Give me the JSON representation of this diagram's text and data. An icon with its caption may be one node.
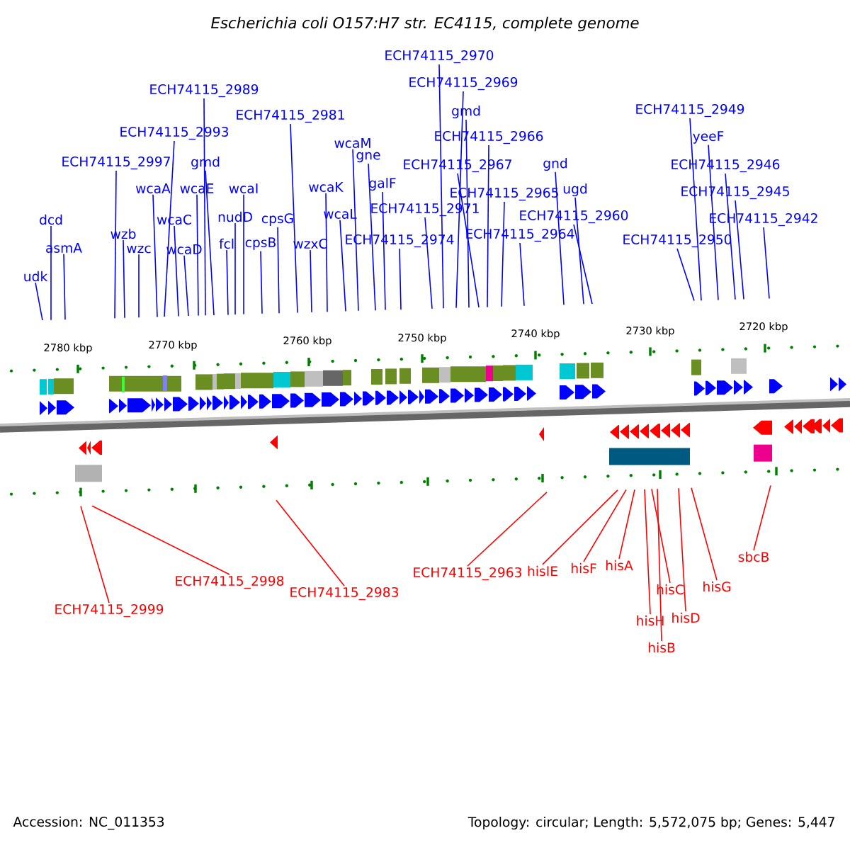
{
  "diagram": {
    "title": "Escherichia coli O157:H7 str. EC4115, complete genome",
    "nodes": [
      {
        "text": [
          "ECH74115_2970"
        ]
      },
      {
        "text": [
          "ECH74115_2969"
        ]
      },
      {
        "text": [
          "ECH74115_2989"
        ]
      },
      {
        "text": [
          "ECH74115_2949"
        ]
      },
      {
        "text": [
          "gmd"
        ]
      },
      {
        "text": [
          "ECH74115_2981"
        ]
      },
      {
        "text": [
          "ECH74115_2993"
        ]
      },
      {
        "text": [
          "ECH74115_2966"
        ]
      },
      {
        "text": [
          "yeeF"
        ]
      },
      {
        "text": [
          "wcaM"
        ]
      },
      {
        "text": [
          "gne"
        ]
      },
      {
        "text": [
          "ECH74115_2997"
        ]
      },
      {
        "text": [
          "gmd"
        ]
      },
      {
        "text": [
          "ECH74115_2967"
        ]
      },
      {
        "text": [
          "gnd"
        ]
      },
      {
        "text": [
          "ECH74115_2946"
        ]
      },
      {
        "text": [
          "wcaA"
        ]
      },
      {
        "text": [
          "wcaE"
        ]
      },
      {
        "text": [
          "wcaI"
        ]
      },
      {
        "text": [
          "wcaK"
        ]
      },
      {
        "text": [
          "galF"
        ]
      },
      {
        "text": [
          "ugd"
        ]
      },
      {
        "text": [
          "ECH74115_2965"
        ]
      },
      {
        "text": [
          "ECH74115_2945"
        ]
      },
      {
        "text": [
          "ECH74115_2971"
        ]
      },
      {
        "text": [
          "wcaL"
        ]
      },
      {
        "text": [
          "nudD"
        ]
      },
      {
        "text": [
          "ECH74115_2960"
        ]
      },
      {
        "text": [
          "dcd"
        ]
      },
      {
        "text": [
          "wcaC"
        ]
      },
      {
        "text": [
          "cpsG"
        ]
      },
      {
        "text": [
          "ECH74115_2942"
        ]
      },
      {
        "text": [
          "wzb"
        ]
      },
      {
        "text": [
          "ECH74115_2964"
        ]
      },
      {
        "text": [
          "ECH74115_2974"
        ]
      },
      {
        "text": [
          "ECH74115_2950"
        ]
      },
      {
        "text": [
          "fcl"
        ]
      },
      {
        "text": [
          "cpsB"
        ]
      },
      {
        "text": [
          "wzxC"
        ]
      },
      {
        "text": [
          "asmA"
        ]
      },
      {
        "text": [
          "wzc"
        ]
      },
      {
        "text": [
          "wcaD"
        ]
      },
      {
        "text": [
          "udk"
        ]
      },
      {
        "text": [
          "sbcB"
        ]
      },
      {
        "text": [
          "hisA"
        ]
      },
      {
        "text": [
          "hisF"
        ]
      },
      {
        "text": [
          "hisIE"
        ]
      },
      {
        "text": [
          "ECH74115_2963"
        ]
      },
      {
        "text": [
          "ECH74115_2998"
        ]
      },
      {
        "text": [
          "hisG"
        ]
      },
      {
        "text": [
          "hisC"
        ]
      },
      {
        "text": [
          "ECH74115_2983"
        ]
      },
      {
        "text": [
          "ECH74115_2999"
        ]
      },
      {
        "text": [
          "hisD"
        ]
      },
      {
        "text": [
          "hisH"
        ]
      },
      {
        "text": [
          "hisB"
        ]
      }
    ],
    "edges": [
      {
        "from": 0,
        "to": null,
        "arrow": "none"
      },
      {
        "from": 1,
        "to": null,
        "arrow": "none"
      },
      {
        "from": 2,
        "to": null,
        "arrow": "none"
      },
      {
        "from": 3,
        "to": null,
        "arrow": "none"
      },
      {
        "from": 4,
        "to": null,
        "arrow": "none"
      },
      {
        "from": 5,
        "to": null,
        "arrow": "none"
      },
      {
        "from": 6,
        "to": null,
        "arrow": "none"
      },
      {
        "from": 7,
        "to": null,
        "arrow": "none"
      },
      {
        "from": 8,
        "to": null,
        "arrow": "none"
      },
      {
        "from": 9,
        "to": null,
        "arrow": "none"
      },
      {
        "from": 10,
        "to": null,
        "arrow": "none"
      },
      {
        "from": 11,
        "to": null,
        "arrow": "none"
      },
      {
        "from": 12,
        "to": null,
        "arrow": "none"
      },
      {
        "from": 13,
        "to": null,
        "arrow": "none"
      },
      {
        "from": 14,
        "to": null,
        "arrow": "none"
      },
      {
        "from": 15,
        "to": null,
        "arrow": "none"
      },
      {
        "from": 16,
        "to": null,
        "arrow": "none"
      },
      {
        "from": 17,
        "to": null,
        "arrow": "none"
      },
      {
        "from": 18,
        "to": null,
        "arrow": "none"
      },
      {
        "from": 19,
        "to": null,
        "arrow": "none"
      },
      {
        "from": 20,
        "to": null,
        "arrow": "none"
      },
      {
        "from": 21,
        "to": null,
        "arrow": "none"
      },
      {
        "from": 22,
        "to": null,
        "arrow": "none"
      },
      {
        "from": 23,
        "to": null,
        "arrow": "none"
      },
      {
        "from": 24,
        "to": null,
        "arrow": "none"
      },
      {
        "from": 25,
        "to": null,
        "arrow": "none"
      },
      {
        "from": 26,
        "to": null,
        "arrow": "none"
      },
      {
        "from": 27,
        "to": null,
        "arrow": "none"
      },
      {
        "from": 28,
        "to": null,
        "arrow": "none"
      },
      {
        "from": 29,
        "to": null,
        "arrow": "none"
      },
      {
        "from": 30,
        "to": null,
        "arrow": "none"
      },
      {
        "from": 31,
        "to": null,
        "arrow": "none"
      },
      {
        "from": 32,
        "to": null,
        "arrow": "none"
      },
      {
        "from": 33,
        "to": null,
        "arrow": "none"
      },
      {
        "from": 34,
        "to": null,
        "arrow": "none"
      },
      {
        "from": 35,
        "to": null,
        "arrow": "none"
      },
      {
        "from": 36,
        "to": null,
        "arrow": "none"
      },
      {
        "from": 37,
        "to": null,
        "arrow": "none"
      },
      {
        "from": 38,
        "to": null,
        "arrow": "none"
      },
      {
        "from": 39,
        "to": null,
        "arrow": "none"
      },
      {
        "from": 40,
        "to": null,
        "arrow": "none"
      },
      {
        "from": 41,
        "to": null,
        "arrow": "none"
      },
      {
        "from": 42,
        "to": null,
        "arrow": "none"
      },
      {
        "from": 43,
        "to": null,
        "arrow": "none",
        "color": "#ff0000"
      },
      {
        "from": 44,
        "to": null,
        "arrow": "none",
        "color": "#ff0000"
      },
      {
        "from": 45,
        "to": null,
        "arrow": "none",
        "color": "#ff0000"
      },
      {
        "from": 46,
        "to": null,
        "arrow": "none",
        "color": "#ff0000"
      },
      {
        "from": 47,
        "to": null,
        "arrow": "none",
        "color": "#ff0000"
      },
      {
        "from": 48,
        "to": null,
        "arrow": "none",
        "color": "#ff0000"
      },
      {
        "from": 49,
        "to": null,
        "arrow": "none",
        "color": "#ff0000"
      },
      {
        "from": 50,
        "to": null,
        "arrow": "none",
        "color": "#ff0000"
      },
      {
        "from": 51,
        "to": null,
        "arrow": "none",
        "color": "#ff0000"
      },
      {
        "from": 52,
        "to": null,
        "arrow": "none",
        "color": "#ff0000"
      },
      {
        "from": 53,
        "to": null,
        "arrow": "none",
        "color": "#ff0000"
      },
      {
        "from": 54,
        "to": null,
        "arrow": "none",
        "color": "#ff0000"
      },
      {
        "from": 55,
        "to": null,
        "arrow": "none",
        "color": "#ff0000"
      }
    ],
    "labels": [
      "2780 kbp",
      "2770 kbp",
      "2760 kbp",
      "2750 kbp",
      "2740 kbp",
      "2730 kbp",
      "2720 kbp",
      "Accession: NC_011353",
      "Topology: circular; Length: 5,572,075 bp; Genes: 5,447"
    ]
  }
}
